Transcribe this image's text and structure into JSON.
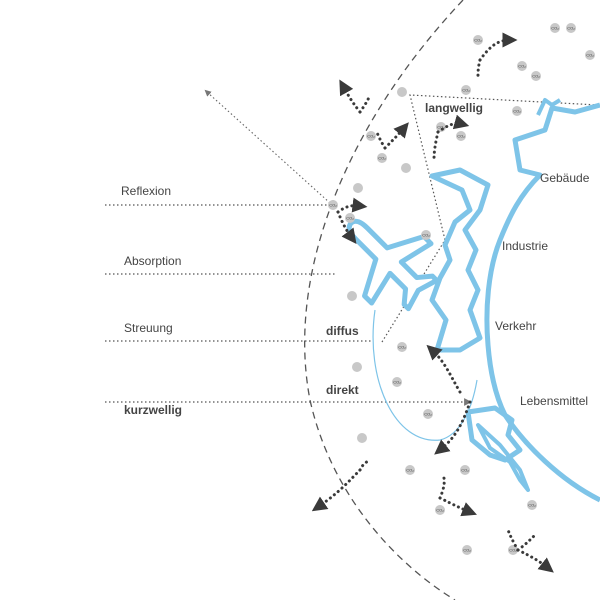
{
  "labels": {
    "reflexion": "Reflexion",
    "absorption": "Absorption",
    "streuung": "Streuung",
    "kurzwellig": "kurzwellig",
    "langwellig": "langwellig",
    "diffus": "diffus",
    "direkt": "direkt"
  },
  "sectors": {
    "gebaeude": "Gebäude",
    "industrie": "Industrie",
    "verkehr": "Verkehr",
    "lebensmittel": "Lebensmittel"
  },
  "molecule_label": "CO₂",
  "colors": {
    "city_blue": "#7ec4e8",
    "arrow_dark": "#3a3a3a",
    "dot_gray": "#c8c8c8",
    "line_gray": "#666666"
  }
}
